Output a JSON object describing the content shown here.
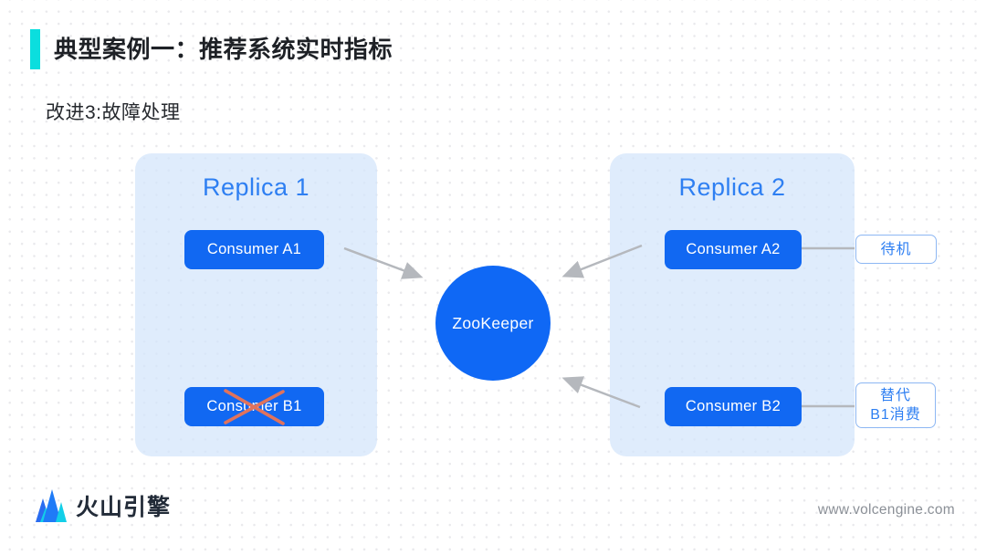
{
  "slide": {
    "title": "典型案例一：推荐系统实时指标",
    "subtitle": "改进3:故障处理"
  },
  "diagram": {
    "replica1": {
      "title": "Replica 1",
      "consumers": [
        {
          "label": "Consumer A1",
          "status": "active"
        },
        {
          "label": "Consumer B1",
          "status": "failed-crossed-out"
        }
      ]
    },
    "replica2": {
      "title": "Replica 2",
      "consumers": [
        {
          "label": "Consumer A2",
          "status": "standby"
        },
        {
          "label": "Consumer B2",
          "status": "active"
        }
      ]
    },
    "center_node": {
      "label": "ZooKeeper"
    },
    "annotations": [
      {
        "text": "待机"
      },
      {
        "line1": "替代",
        "line2": "B1消费"
      }
    ],
    "arrows": [
      {
        "from": "Consumer A1",
        "to": "ZooKeeper"
      },
      {
        "from": "Consumer A2",
        "to": "ZooKeeper"
      },
      {
        "from": "Consumer B2",
        "to": "ZooKeeper"
      }
    ]
  },
  "footer": {
    "brand": "火山引擎",
    "website": "www.volcengine.com"
  },
  "colors": {
    "accent_cyan": "#0BDEDE",
    "primary_blue": "#1168F2",
    "replica_bg": "#D2E5FB",
    "heading_blue": "#2E7FF2",
    "arrow_gray": "#B5B8BD",
    "failure_red": "#E0735C"
  }
}
